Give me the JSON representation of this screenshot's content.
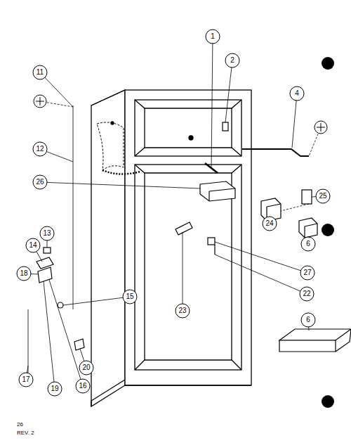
{
  "diagram": {
    "labels": [
      "1",
      "2",
      "4",
      "11",
      "12",
      "26",
      "25",
      "24",
      "6",
      "13",
      "14",
      "18",
      "15",
      "27",
      "22",
      "23",
      "6",
      "17",
      "19",
      "16",
      "20",
      "26",
      "REV. 2"
    ]
  }
}
